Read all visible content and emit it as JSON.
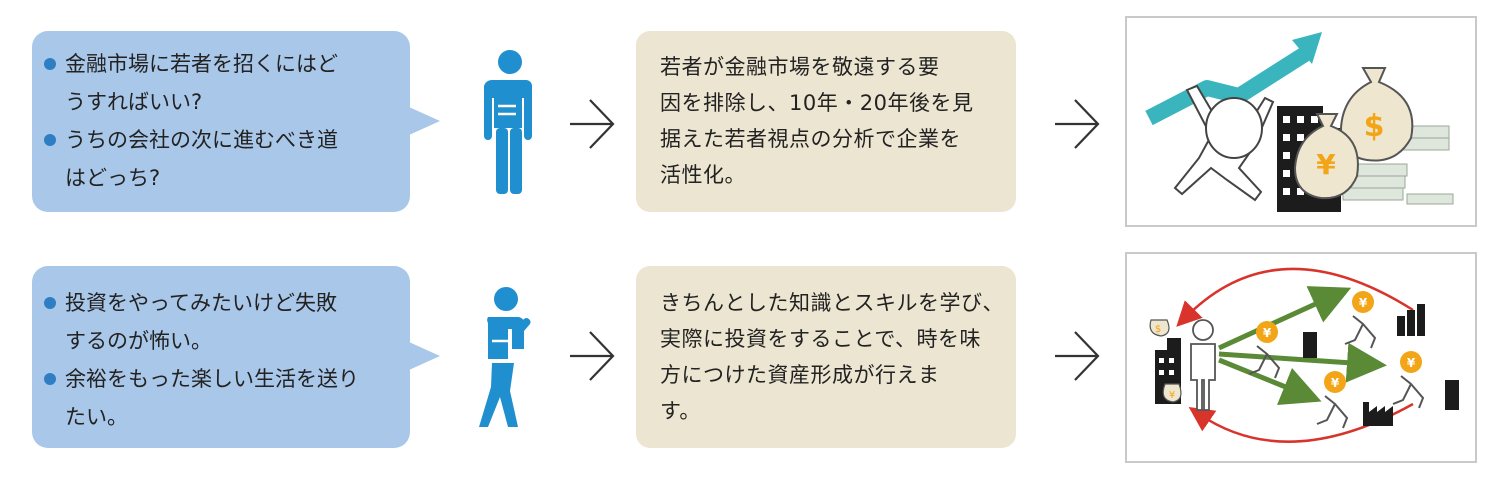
{
  "rows": [
    {
      "question_lines": [
        "金融市場に若者を招くにはど",
        "うすればいい?",
        "うちの会社の次に進むべき道",
        "はどっち?"
      ],
      "answer_lines": [
        "若者が金融市場を敬遠する要",
        "因を排除し、10年・20年後を見",
        "据えた若者視点の分析で企業を",
        "活性化。"
      ]
    },
    {
      "question_lines": [
        "投資をやってみたいけど失敗",
        "するのが怖い。",
        "余裕をもった楽しい生活を送り",
        "たい。"
      ],
      "answer_lines": [
        "きちんとした知識とスキルを学び、",
        "実際に投資をすることで、時を味",
        "方につけた資産形成が行えま",
        "す。"
      ]
    }
  ],
  "currency": {
    "dollar": "$",
    "yen": "¥"
  },
  "colors": {
    "bubble": "#a9c7e8",
    "bullet": "#2f7ec4",
    "person": "#1f8fcf",
    "answer_box": "#ece5d1",
    "growth_arrow": "#3ab5bd",
    "green_arrow": "#5a8a36",
    "red_arrow": "#d8342c",
    "coin": "#f2a516"
  },
  "icons": [
    "person-standing-icon",
    "person-thinking-icon",
    "right-arrow-icon",
    "growth-chart-icon",
    "money-bag-icon",
    "building-icon",
    "factory-icon",
    "running-coin-icon"
  ]
}
